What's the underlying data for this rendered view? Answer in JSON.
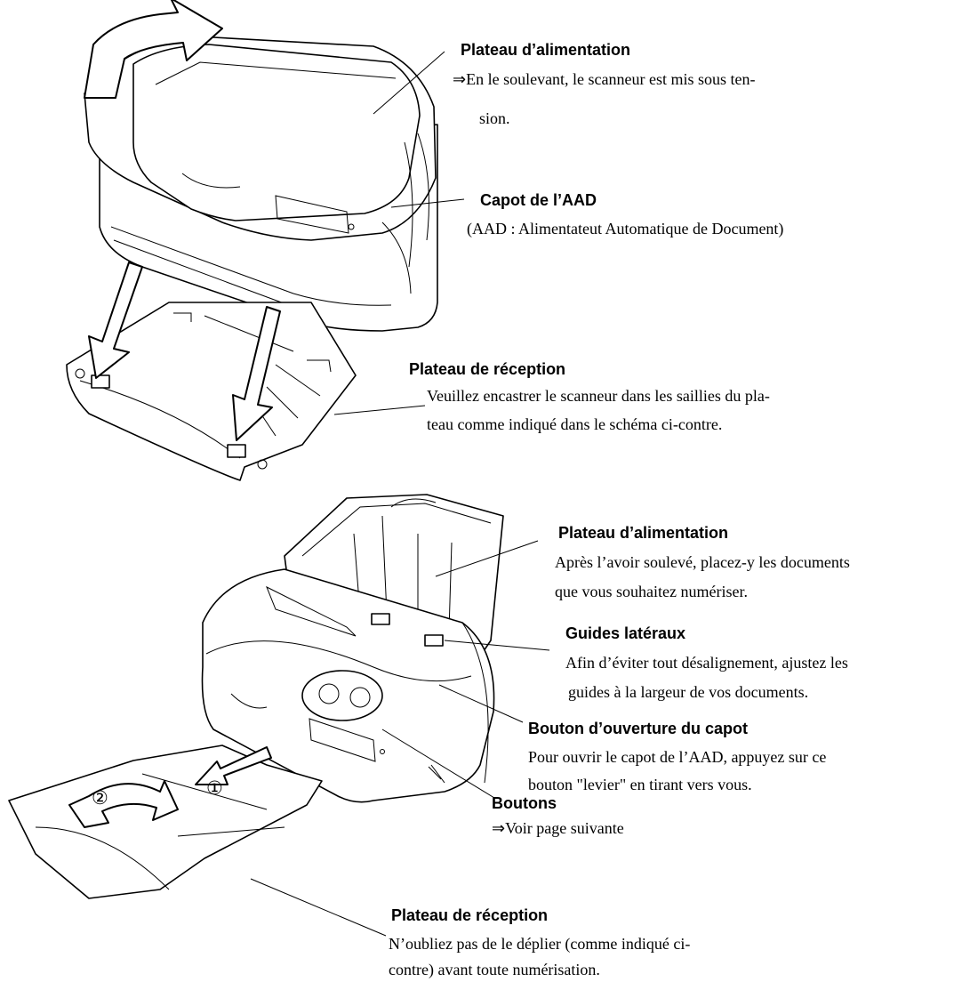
{
  "callouts": {
    "top_feed_tray": {
      "title": "Plateau d’alimentation",
      "line1": "⇒En le soulevant, le scanneur est mis sous ten-",
      "line2": "sion."
    },
    "adf_cover": {
      "title": "Capot de l’AAD",
      "line1": "(AAD : Alimentateut Automatique de Document)"
    },
    "top_output_tray": {
      "title": "Plateau de réception",
      "line1": "Veuillez encastrer le scanneur dans les saillies du pla-",
      "line2": "teau comme indiqué dans le schéma ci-contre."
    },
    "bottom_feed_tray": {
      "title": "Plateau d’alimentation",
      "line1": "Après l’avoir soulevé, placez-y les documents",
      "line2": "que vous souhaitez numériser."
    },
    "side_guides": {
      "title": "Guides latéraux",
      "line1": "Afin d’éviter tout désalignement, ajustez les",
      "line2": "guides à la largeur de vos documents."
    },
    "cover_open_button": {
      "title": "Bouton d’ouverture du capot",
      "line1": "Pour ouvrir le capot de l’AAD, appuyez sur ce",
      "line2": "bouton \"levier\" en tirant vers vous."
    },
    "buttons": {
      "title": "Boutons",
      "line1": "⇒Voir page suivante"
    },
    "bottom_output_tray": {
      "title": "Plateau de réception",
      "line1": "N’oubliez pas de le déplier (comme indiqué ci-",
      "line2": "contre) avant toute numérisation."
    }
  },
  "step_markers": {
    "step1": "①",
    "step2": "②"
  }
}
